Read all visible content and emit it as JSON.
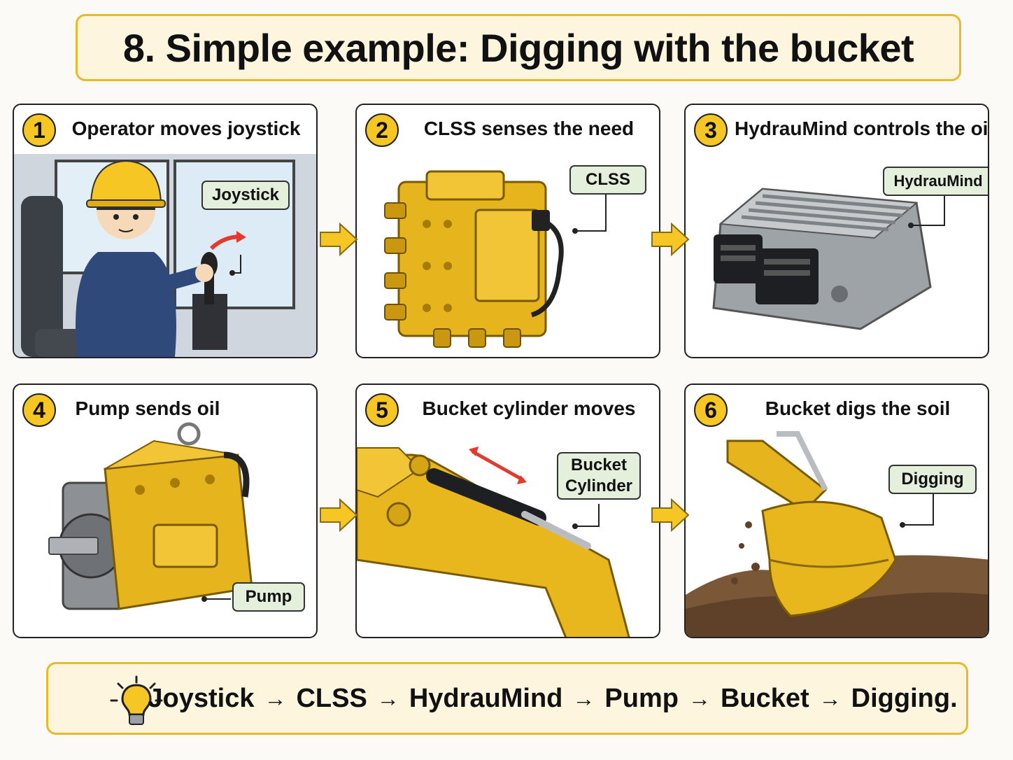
{
  "title": "8.  Simple example: Digging with the bucket",
  "steps": [
    {
      "number": "1",
      "title": "Operator moves joystick",
      "tag": "Joystick"
    },
    {
      "number": "2",
      "title": "CLSS senses the need",
      "tag": "CLSS"
    },
    {
      "number": "3",
      "title": "HydrauMind controls the oil",
      "tag": "HydrauMind"
    },
    {
      "number": "4",
      "title": "Pump sends oil",
      "tag": "Pump"
    },
    {
      "number": "5",
      "title": "Bucket cylinder moves",
      "tag_line1": "Bucket",
      "tag_line2": "Cylinder"
    },
    {
      "number": "6",
      "title": "Bucket digs the soil",
      "tag": "Digging"
    }
  ],
  "summary": {
    "items": [
      "Joystick",
      "CLSS",
      "HydrauMind",
      "Pump",
      "Bucket",
      "Digging."
    ],
    "separator": "→"
  },
  "colors": {
    "accent": "#f6c624",
    "border": "#e8b92a",
    "machine": "#e6b51e",
    "tag_bg": "#e4efdc"
  }
}
